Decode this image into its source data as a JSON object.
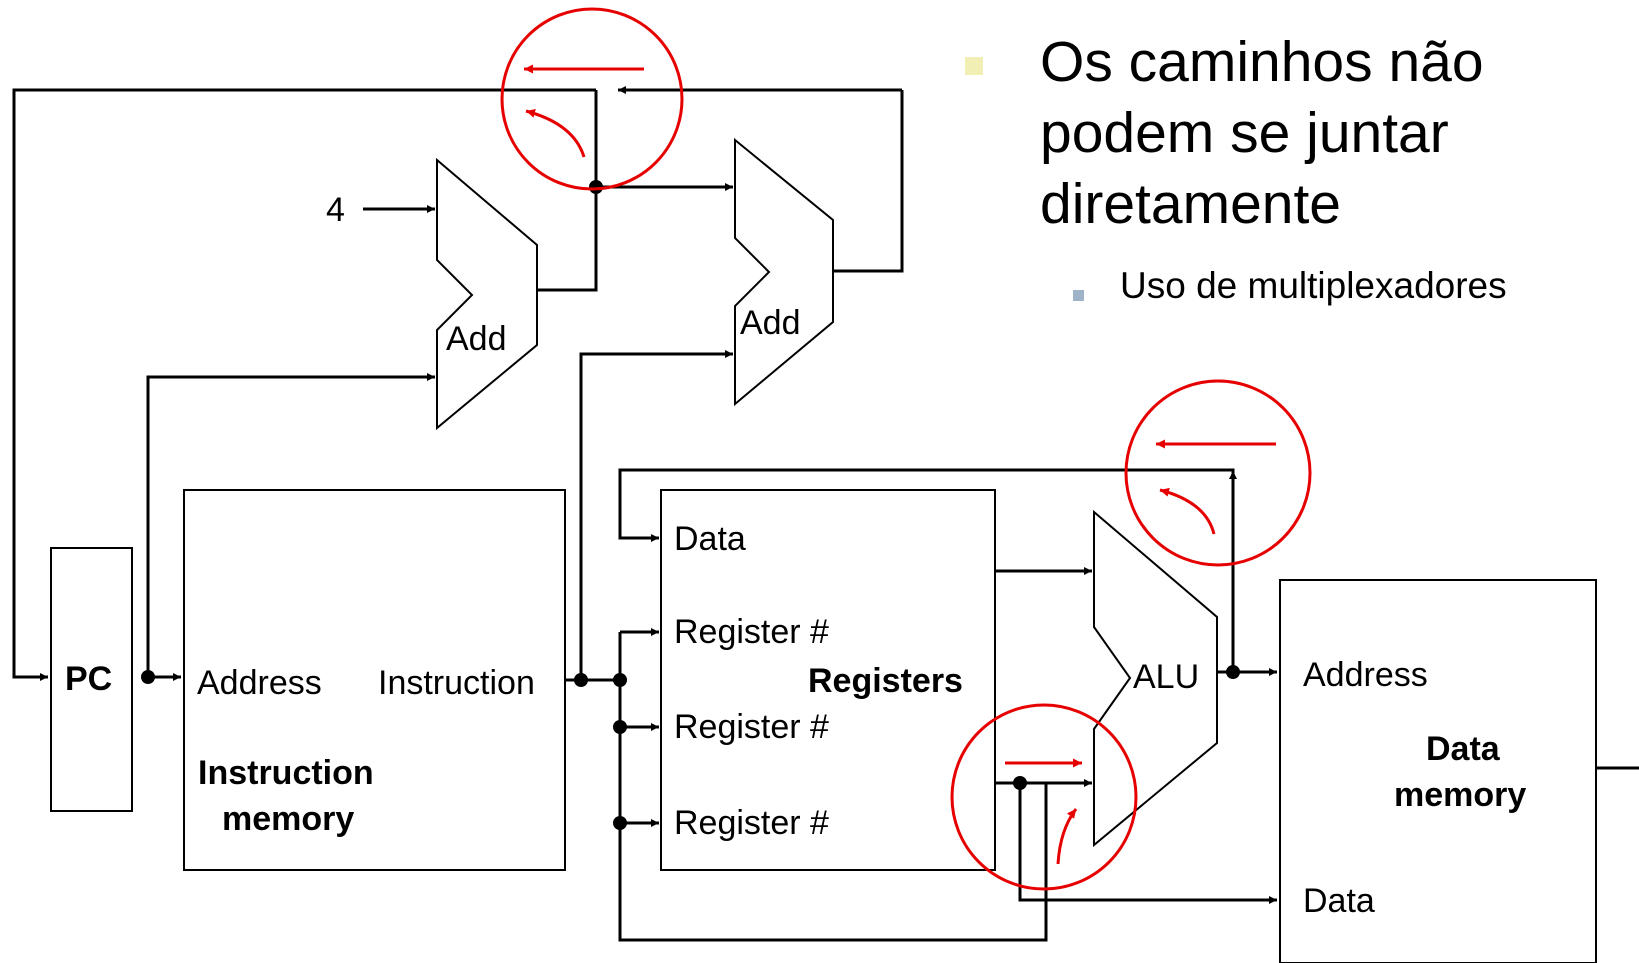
{
  "bullets": {
    "main_lines": [
      "Os caminhos não",
      "podem se juntar",
      "diretamente"
    ],
    "sub": "Uso de multiplexadores"
  },
  "labels": {
    "constant_4": "4",
    "add1": "Add",
    "add2": "Add",
    "pc": "PC",
    "im_address": "Address",
    "im_instruction": "Instruction",
    "im_title_1": "Instruction",
    "im_title_2": "memory",
    "reg_data": "Data",
    "reg_register1": "Register #",
    "reg_title": "Registers",
    "reg_register2": "Register #",
    "reg_register3": "Register #",
    "alu": "ALU",
    "dm_address": "Address",
    "dm_title_1": "Data",
    "dm_title_2": "memory",
    "dm_data": "Data"
  },
  "colors": {
    "wire": "#000000",
    "highlight": "#e60000"
  }
}
